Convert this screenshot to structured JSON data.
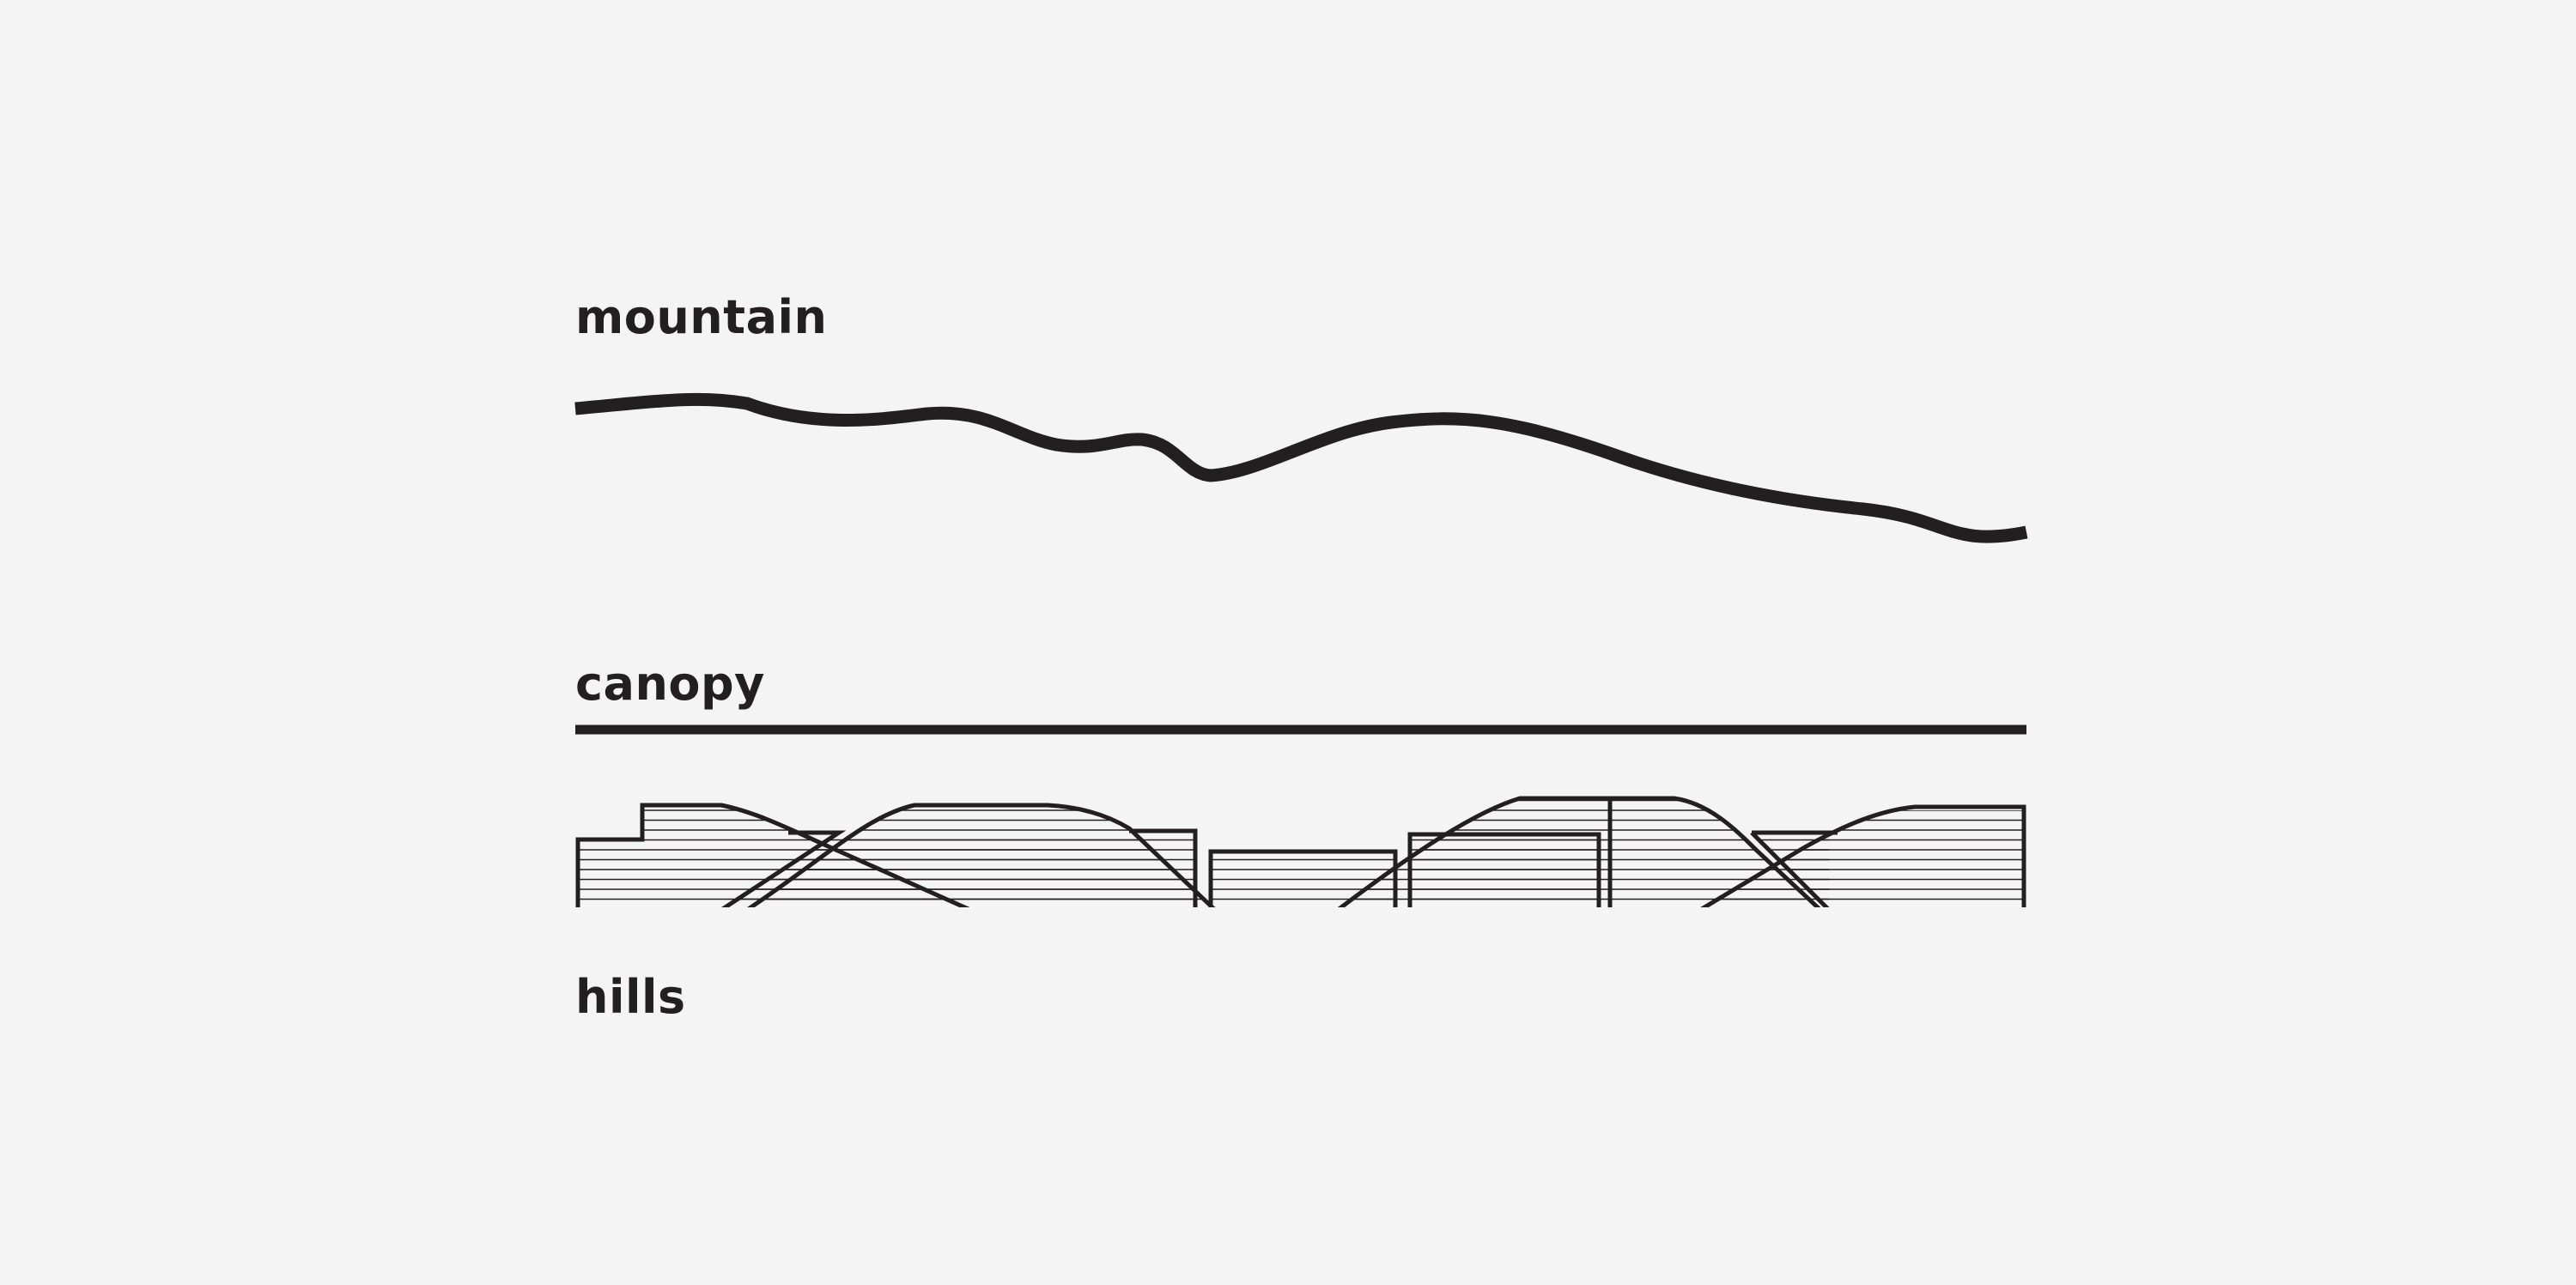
{
  "labels": {
    "mountain": "mountain",
    "canopy": "canopy",
    "hills": "hills"
  },
  "colors": {
    "background": "#f4f4f4",
    "ink": "#231f20"
  }
}
